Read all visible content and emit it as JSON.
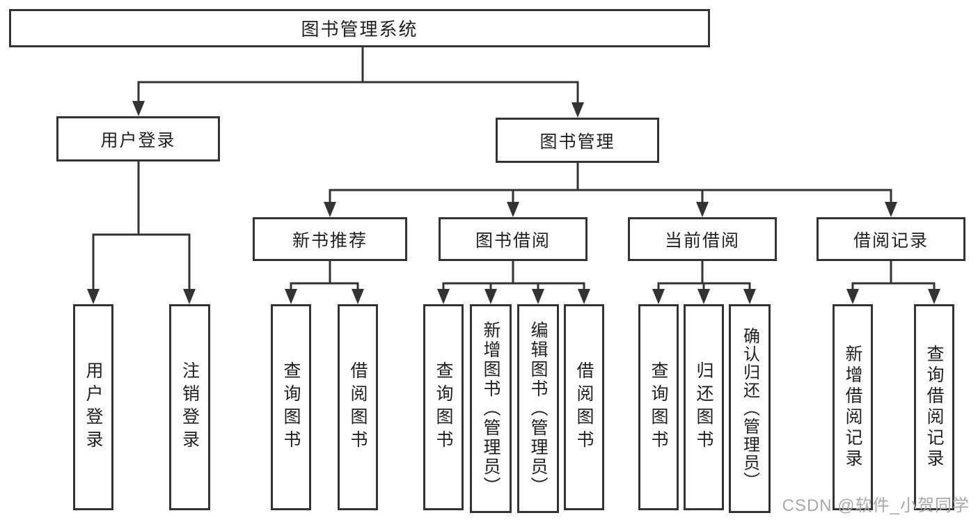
{
  "diagram": {
    "root": {
      "label": "图书管理系统"
    },
    "level1": {
      "user_login_group": {
        "label": "用户登录"
      },
      "book_management": {
        "label": "图书管理"
      }
    },
    "level2": {
      "new_book_recommendation": {
        "label": "新书推荐"
      },
      "book_borrowing": {
        "label": "图书借阅"
      },
      "current_borrowing": {
        "label": "当前借阅"
      },
      "borrowing_records": {
        "label": "借阅记录"
      }
    },
    "leaves": {
      "user_login": {
        "label": "用户登录"
      },
      "logout": {
        "label": "注销登录"
      },
      "nb_query_books": {
        "label": "查询图书"
      },
      "nb_borrow_books": {
        "label": "借阅图书"
      },
      "bb_query_books": {
        "label": "查询图书"
      },
      "bb_add_books_admin": {
        "label": "新增图书（管理员）"
      },
      "bb_edit_books_admin": {
        "label": "编辑图书（管理员）"
      },
      "bb_borrow_books": {
        "label": "借阅图书"
      },
      "cb_query_books": {
        "label": "查询图书"
      },
      "cb_return_books": {
        "label": "归还图书"
      },
      "cb_confirm_return_admin": {
        "label": "确认归还（管理员）"
      },
      "br_add_record": {
        "label": "新增借阅记录"
      },
      "br_query_record": {
        "label": "查询借阅记录"
      }
    }
  },
  "watermark": {
    "text": "CSDN @软件_小贺同学"
  },
  "colors": {
    "line": "#333333",
    "text": "#1f1f1f",
    "box_bg": "#ffffff",
    "watermark": "#a8a8a8",
    "background": "#ffffff"
  }
}
